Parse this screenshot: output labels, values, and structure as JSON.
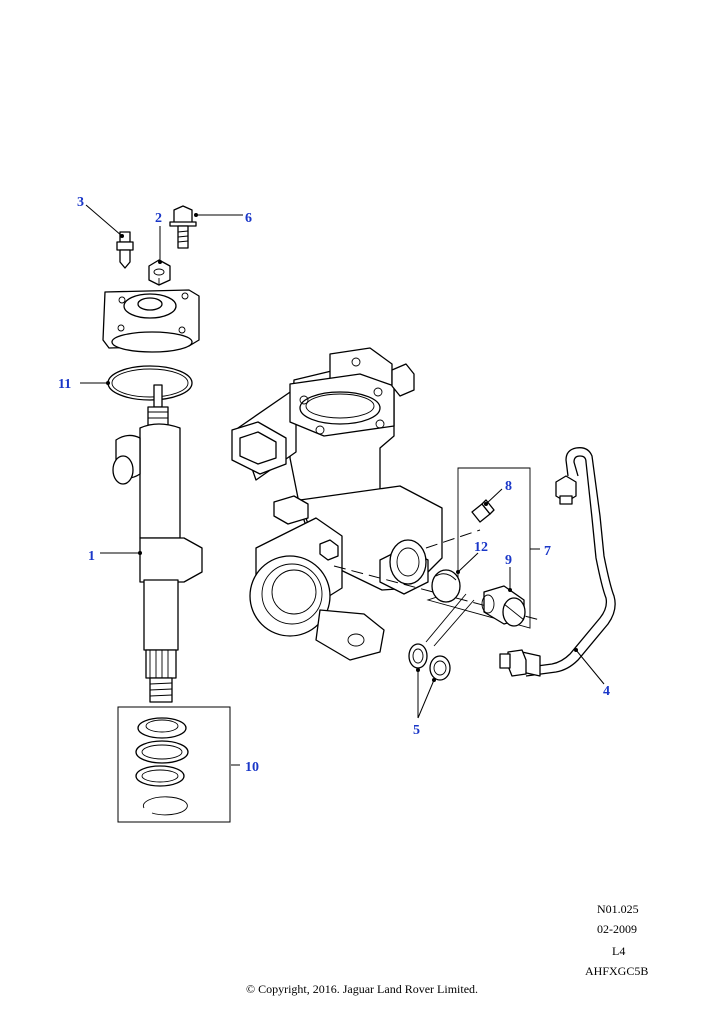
{
  "callouts": {
    "c1": "1",
    "c2": "2",
    "c3": "3",
    "c4": "4",
    "c5": "5",
    "c6": "6",
    "c7": "7",
    "c8": "8",
    "c9": "9",
    "c10": "10",
    "c11": "11",
    "c12": "12"
  },
  "meta": {
    "ref": "N01.025",
    "date": "02-2009",
    "level": "L4",
    "code": "AHFXGC5B"
  },
  "copyright": "© Copyright, 2016. Jaguar Land Rover Limited.",
  "colors": {
    "callout": "#1a37c8",
    "line": "#000000",
    "background": "#ffffff"
  }
}
